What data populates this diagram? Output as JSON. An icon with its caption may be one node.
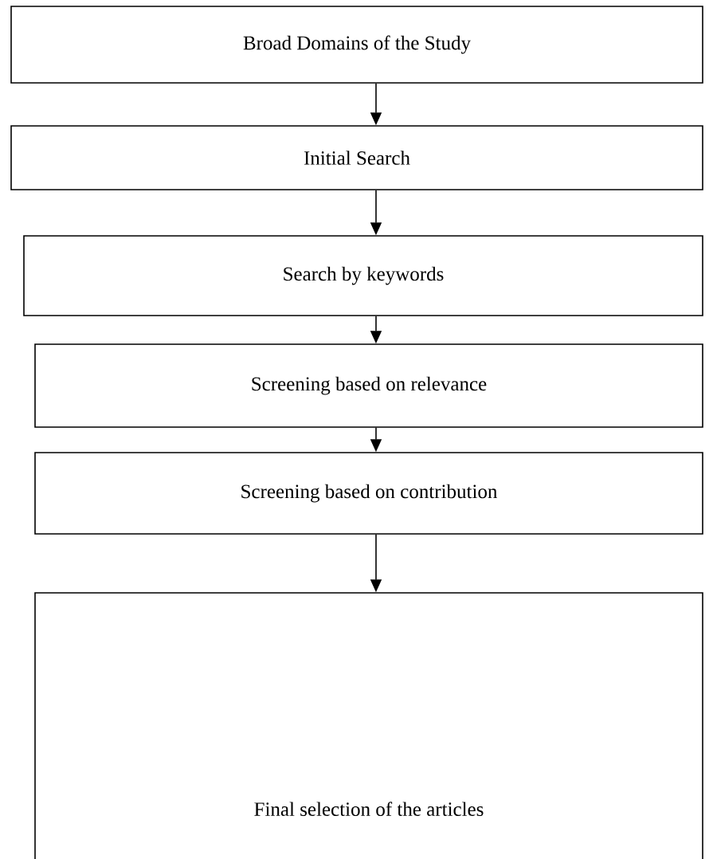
{
  "diagram": {
    "nodes": [
      {
        "text": [
          "Broad Domains of the Study"
        ]
      },
      {
        "text": [
          "Initial Search"
        ]
      },
      {
        "text": [
          "Search by keywords"
        ]
      },
      {
        "text": [
          "Screening based on relevance"
        ]
      },
      {
        "text": [
          "Screening based on contribution"
        ]
      },
      {
        "text": [
          "Final selection of the articles"
        ]
      }
    ],
    "edges": [
      {
        "from": 0,
        "to": 1,
        "arrow": "to"
      },
      {
        "from": 1,
        "to": 2,
        "arrow": "to"
      },
      {
        "from": 2,
        "to": 3,
        "arrow": "to"
      },
      {
        "from": 3,
        "to": 4,
        "arrow": "to"
      },
      {
        "from": 4,
        "to": 5,
        "arrow": "to"
      }
    ]
  }
}
